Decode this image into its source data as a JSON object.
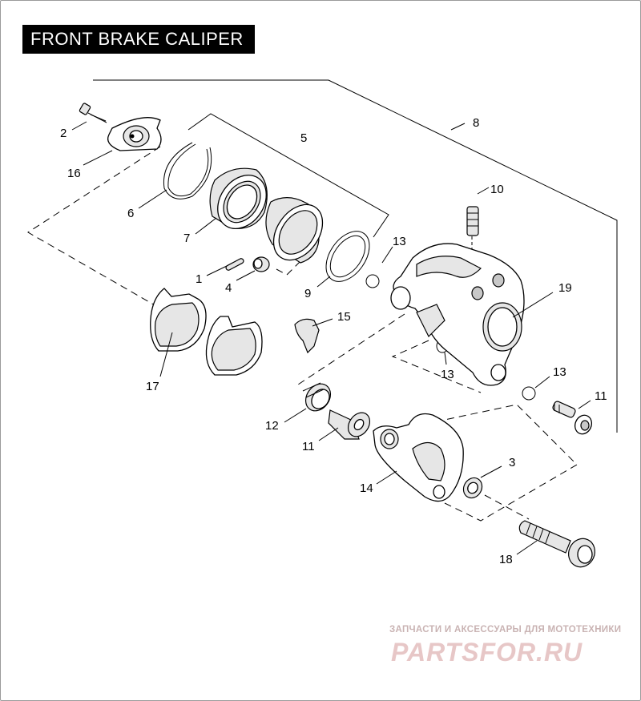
{
  "title": "FRONT BRAKE CALIPER",
  "callouts": {
    "c1": "1",
    "c2": "2",
    "c3": "3",
    "c4": "4",
    "c5": "5",
    "c6": "6",
    "c7": "7",
    "c8": "8",
    "c9": "9",
    "c10": "10",
    "c11a": "11",
    "c11b": "11",
    "c12": "12",
    "c13a": "13",
    "c13b": "13",
    "c13c": "13",
    "c14": "14",
    "c15": "15",
    "c16": "16",
    "c17": "17",
    "c18": "18",
    "c19": "19"
  },
  "watermark": {
    "tagline": "ЗАПЧАСТИ И АКСЕССУАРЫ ДЛЯ МОТОТЕХНИКИ",
    "logo": "PARTSFOR.RU"
  }
}
